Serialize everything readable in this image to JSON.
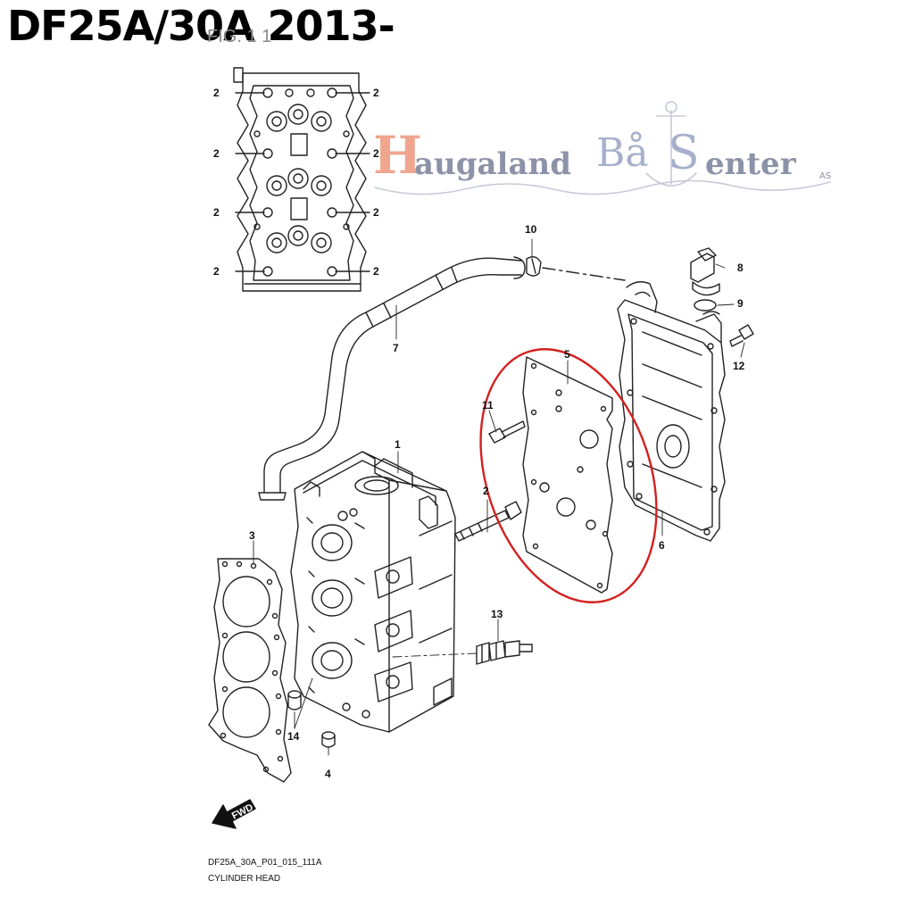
{
  "title": "DF25A/30A 2013-",
  "figure_label": "FIG. 1 1",
  "watermark": {
    "initial_h": "H",
    "word_1": "augaland",
    "initial_b": "Bå",
    "initial_s": "S",
    "word_2": "enter",
    "suffix": "AS"
  },
  "callouts": {
    "c1": "1",
    "c2": "2",
    "c3": "3",
    "c4": "4",
    "c5": "5",
    "c6": "6",
    "c7": "7",
    "c8": "8",
    "c9": "9",
    "c10": "10",
    "c11": "11",
    "c12": "12",
    "c13": "13",
    "c14": "14",
    "inset_2": "2"
  },
  "fwd_label": "FWD",
  "diagram_code": "DF25A_30A_P01_015_111A",
  "diagram_name": "CYLINDER HEAD",
  "colors": {
    "highlight_ring": "#d42020",
    "line": "#222222"
  }
}
